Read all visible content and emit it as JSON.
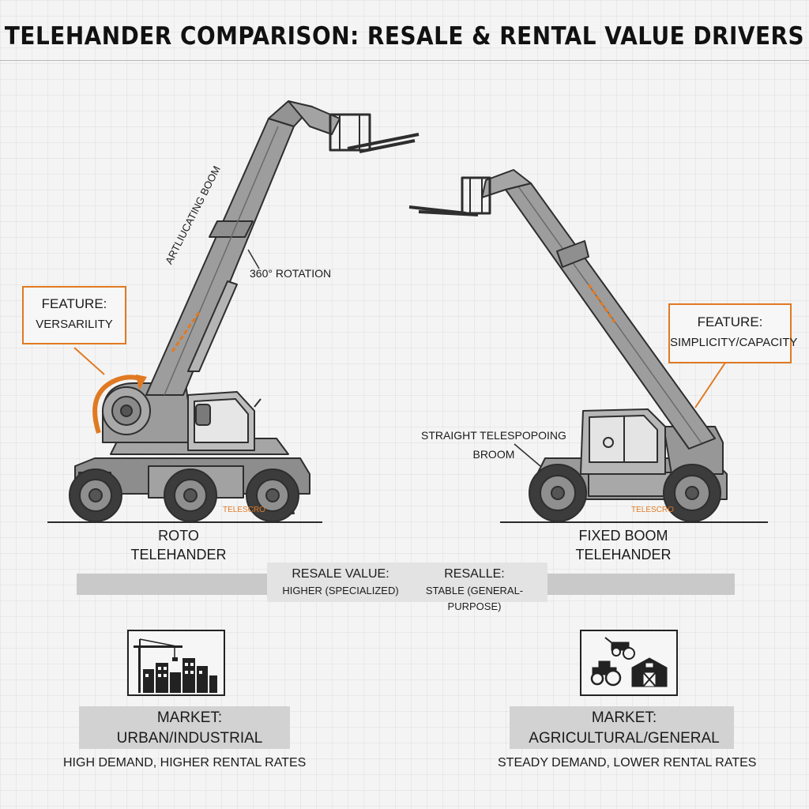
{
  "title": "TELEHANDER COMPARISON: RESALE & RENTAL VALUE DRIVERS",
  "left": {
    "feature": {
      "heading": "FEATURE:",
      "value": "VERSARILITY"
    },
    "boom_label": "ARTLIUCATING BOOM",
    "rotation_label": "360° ROTATION",
    "decal_label": "TELESCRO",
    "name_line1": "ROTO",
    "name_line2": "TELEHANDER",
    "market": {
      "heading": "MARKET:",
      "value": "URBAN/INDUSTRIAL",
      "note": "HIGH DEMAND, HIGHER RENTAL RATES"
    }
  },
  "right": {
    "feature": {
      "heading": "FEATURE:",
      "value": "SIMPLICITY/CAPACITY"
    },
    "boom_label_line1": "STRAIGHT TELESPOPOING",
    "boom_label_line2": "BROOM",
    "decal_label": "TELESCRO",
    "name_line1": "FIXED BOOM",
    "name_line2": "TELEHANDER",
    "market": {
      "heading": "MARKET:",
      "value": "AGRICULTURAL/GENERAL",
      "note": "STEADY DEMAND, LOWER RENTAL RATES"
    }
  },
  "resale": {
    "left_heading": "RESALE VALUE:",
    "left_value": "HIGHER (SPECIALIZED)",
    "right_heading": "RESALLE:",
    "right_value": "STABLE (GENERAL-PURPOSE)"
  },
  "colors": {
    "accent": "#e07a22",
    "machine": "#9a9a9a",
    "outline": "#2e2e2e"
  },
  "icons": {
    "left": "city-crane-icon",
    "right": "farm-tractor-barn-icon"
  }
}
